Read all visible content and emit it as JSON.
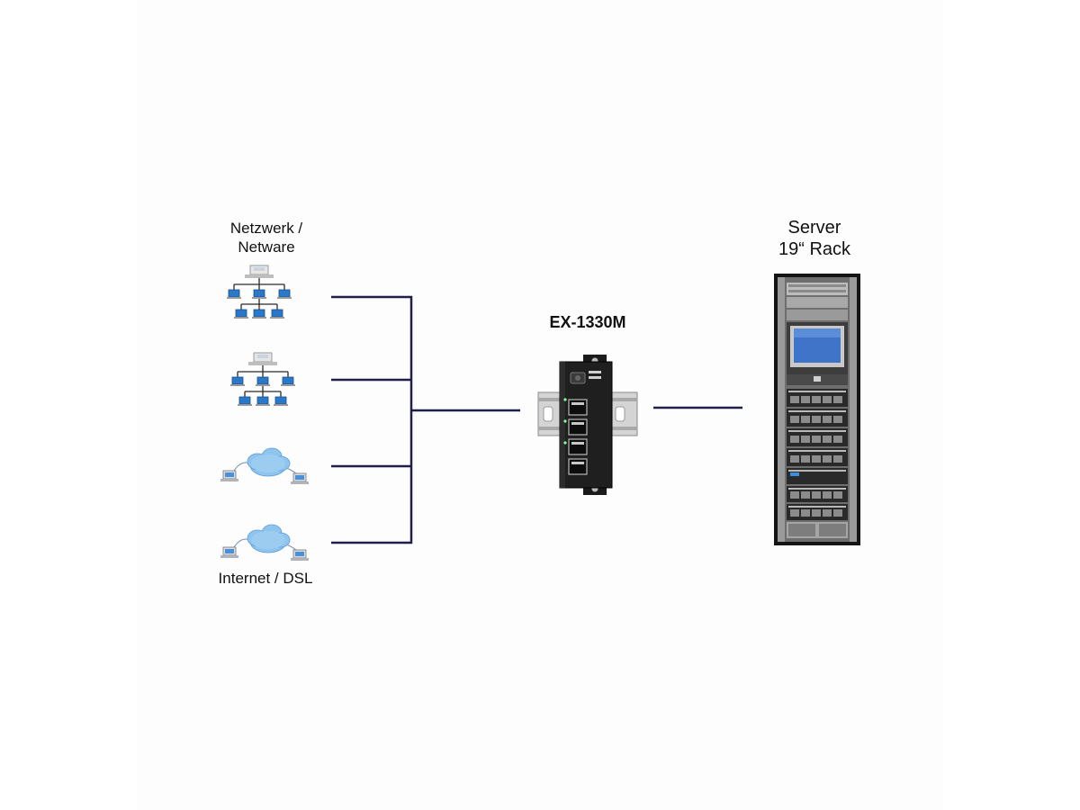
{
  "labels": {
    "network": [
      "Netzwerk /",
      "Netware"
    ],
    "internet": "Internet / DSL",
    "device": "EX-1330M",
    "server": [
      "Server",
      "19“ Rack"
    ]
  },
  "colors": {
    "line": "#1e1f4b",
    "node_blue": "#2a78c8",
    "cloud_blue": "#8fc4ee",
    "device_body": "#1b1b1b",
    "rail_metal": "#cfcfcf",
    "rack_frame": "#1a1a1a",
    "rack_screen": "#3f74c8"
  },
  "icons": [
    "network-tree-icon",
    "network-tree-icon",
    "cloud-icon",
    "cloud-icon",
    "ethernet-switch-icon",
    "server-rack-icon"
  ]
}
